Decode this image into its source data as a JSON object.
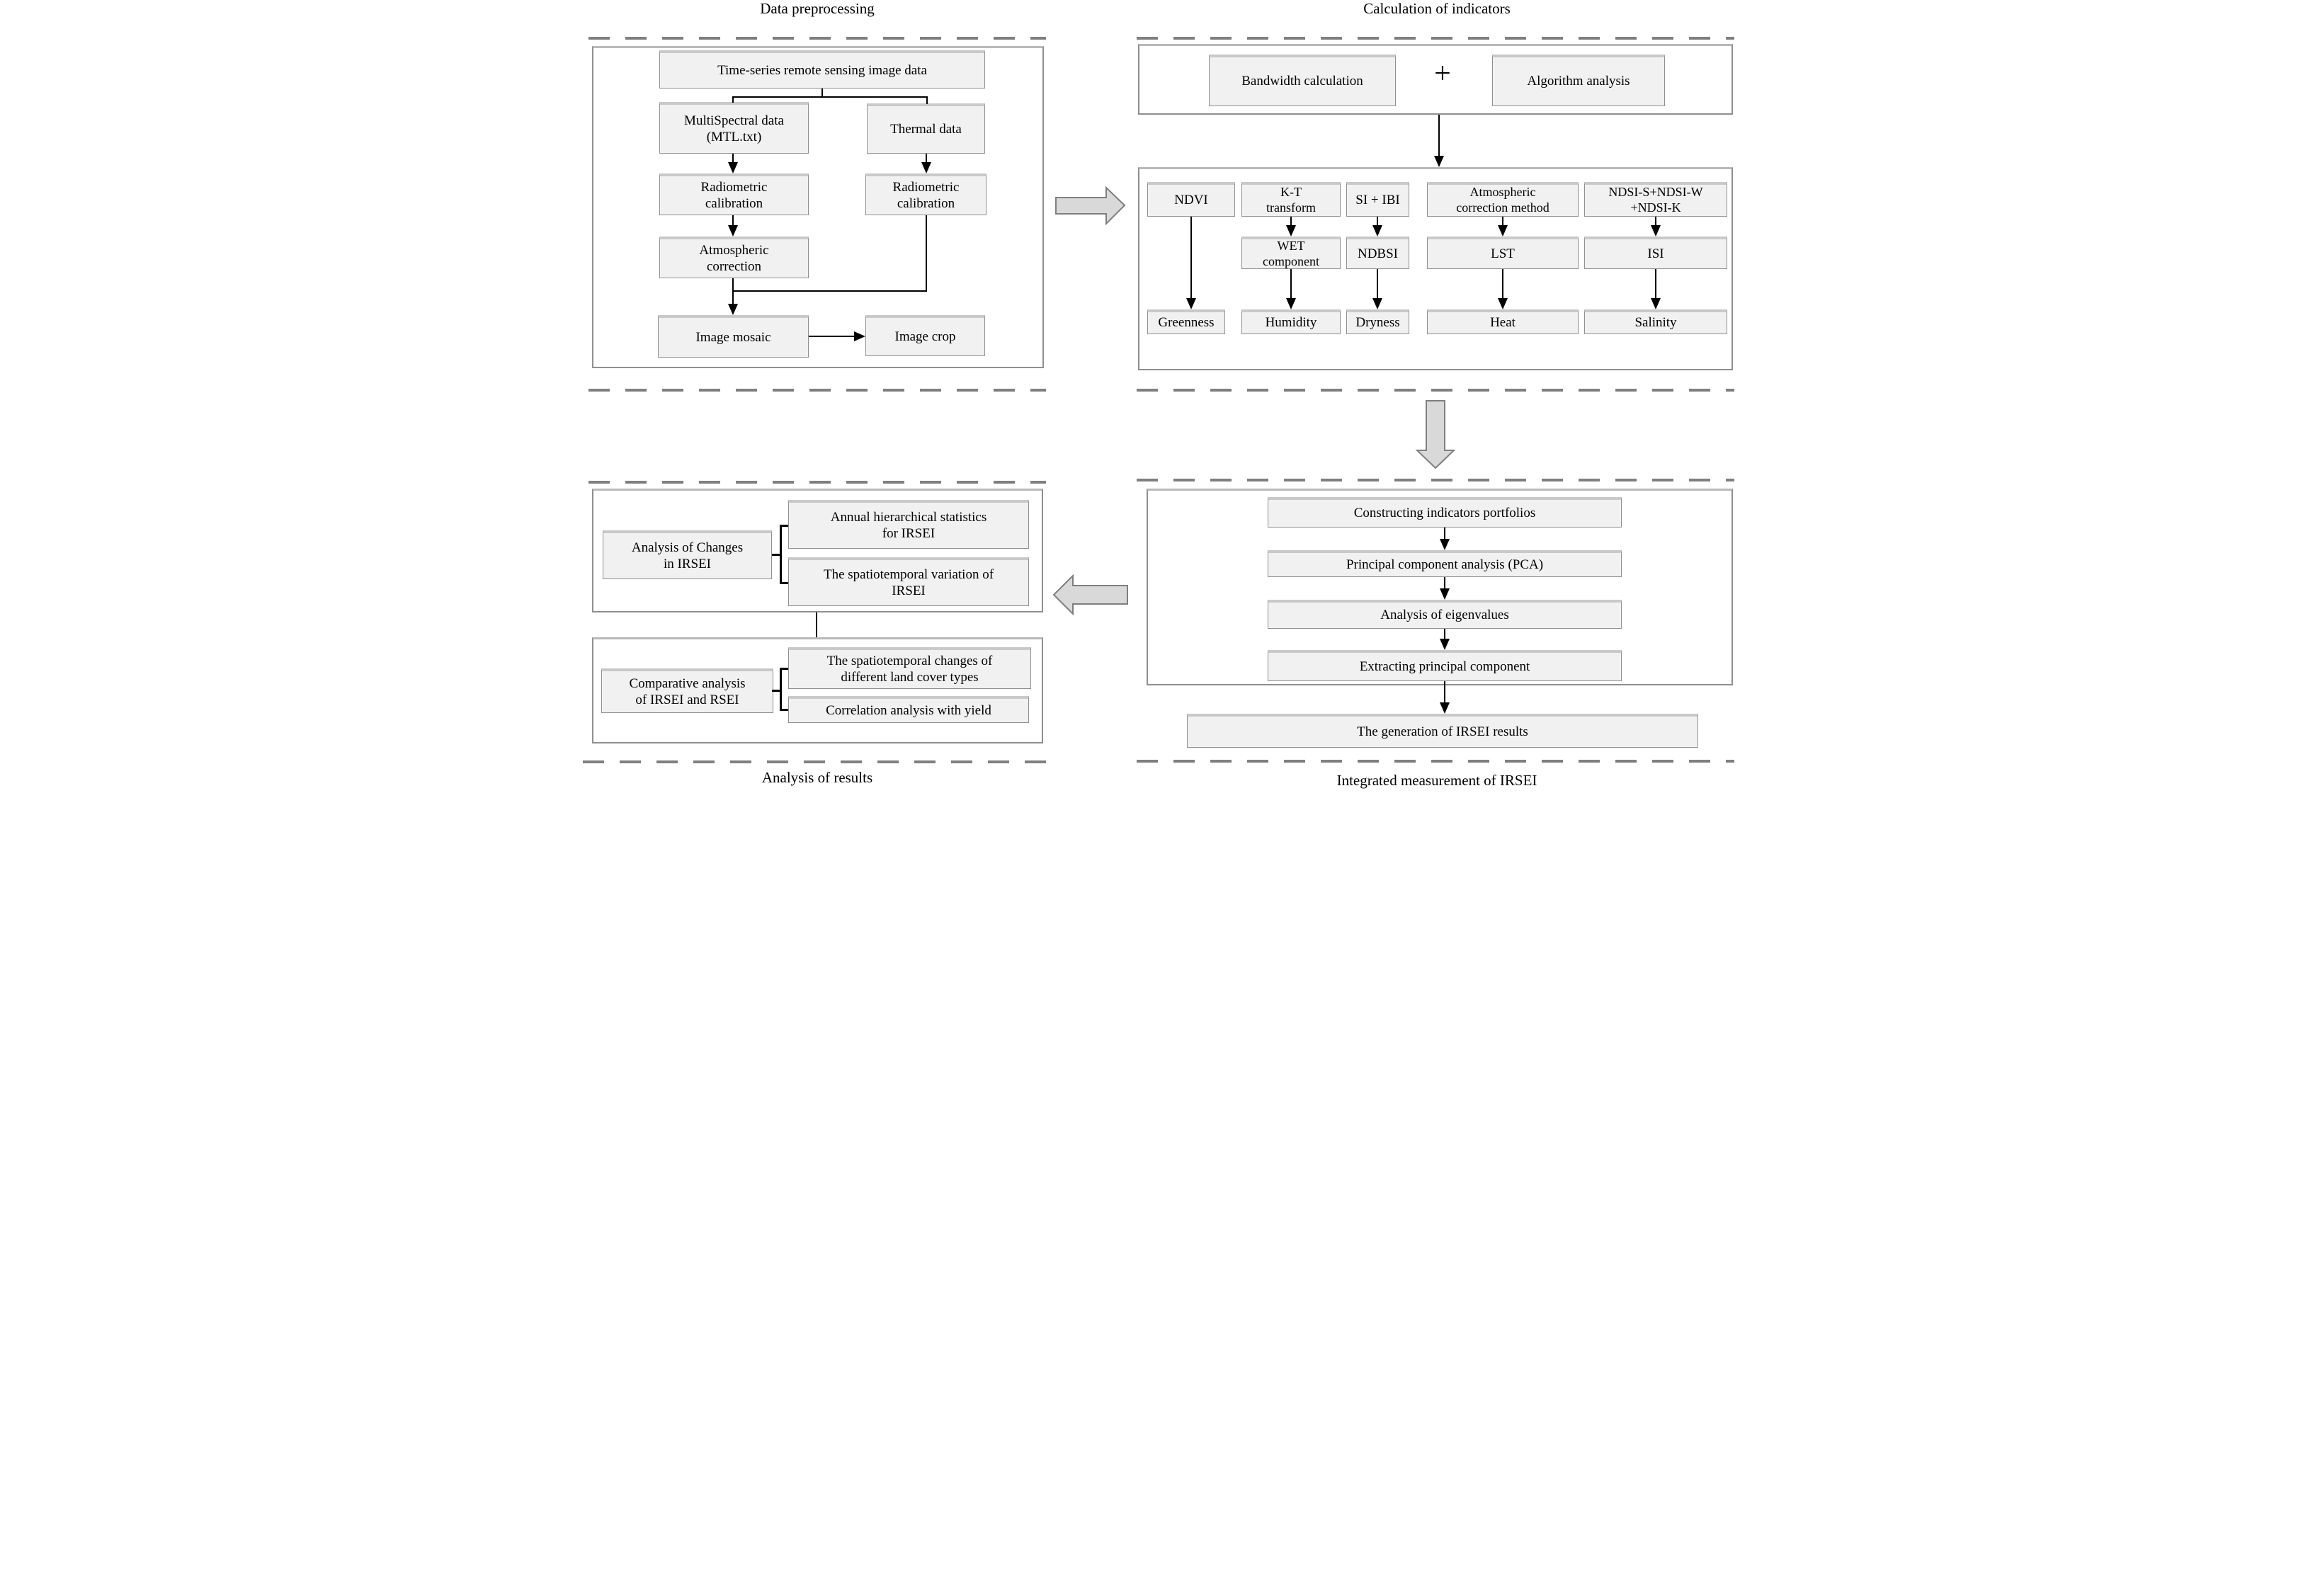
{
  "colors": {
    "box_fill": "#f1f1f1",
    "box_border": "#8f8f8f",
    "box_border_top": "#c9c9c9",
    "container_border": "#8f8f8f",
    "dashed_line": "#7f7f7f",
    "big_arrow_fill": "#d9d9d9",
    "big_arrow_stroke": "#7f7f7f",
    "connector_line": "#000000"
  },
  "preprocessing": {
    "title": "Data preprocessing",
    "timeseries": "Time-series remote sensing image data",
    "multispectral": "MultiSpectral data\n(MTL.txt)",
    "thermal": "Thermal data",
    "radiometric_left": "Radiometric\ncalibration",
    "radiometric_right": "Radiometric\ncalibration",
    "atmospheric": "Atmospheric\ncorrection",
    "image_mosaic": "Image mosaic",
    "image_crop": "Image crop"
  },
  "indicators": {
    "title": "Calculation of indicators",
    "bandwidth": "Bandwidth calculation",
    "plus_sign": "+",
    "algorithm": "Algorithm analysis",
    "columns": [
      {
        "source": "NDVI",
        "result": "Greenness"
      },
      {
        "source": "K-T\ntransform",
        "derived": "WET\ncomponent",
        "result": "Humidity"
      },
      {
        "source": "SI + IBI",
        "derived": "NDBSI",
        "result": "Dryness"
      },
      {
        "source": "Atmospheric\ncorrection method",
        "derived": "LST",
        "result": "Heat"
      },
      {
        "source": "NDSI-S+NDSI-W\n+NDSI-K",
        "derived": "ISI",
        "result": "Salinity"
      }
    ]
  },
  "integrated": {
    "title": "Integrated measurement of IRSEI",
    "steps": [
      "Constructing indicators portfolios",
      "Principal component analysis (PCA)",
      "Analysis of eigenvalues",
      "Extracting principal component"
    ],
    "result": "The generation of IRSEI results"
  },
  "results": {
    "title": "Analysis of results",
    "group1": {
      "label": "Analysis of Changes\nin IRSEI",
      "items": [
        "Annual hierarchical statistics\nfor IRSEI",
        "The spatiotemporal variation of\nIRSEI"
      ]
    },
    "group2": {
      "label": "Comparative analysis\nof IRSEI and RSEI",
      "items": [
        "The spatiotemporal changes of\ndifferent land cover types",
        "Correlation analysis with yield"
      ]
    }
  }
}
